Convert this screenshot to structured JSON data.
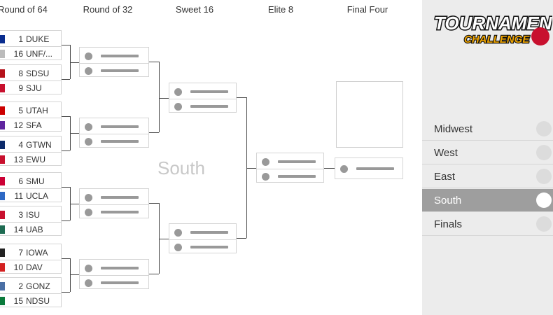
{
  "rounds": [
    "Round of 64",
    "Round of 32",
    "Sweet 16",
    "Elite 8",
    "Final Four"
  ],
  "region_label": "South",
  "round64": [
    {
      "top": {
        "seed": "1",
        "name": "DUKE",
        "logo": "duke-logo",
        "color": "#0a2d8f"
      },
      "bottom": {
        "seed": "16",
        "name": "UNF/...",
        "logo": "unf-logo",
        "color": "#bbbbbb"
      }
    },
    {
      "top": {
        "seed": "8",
        "name": "SDSU",
        "logo": "sdsu-logo",
        "color": "#b5121b"
      },
      "bottom": {
        "seed": "9",
        "name": "SJU",
        "logo": "sju-logo",
        "color": "#c8102e"
      }
    },
    {
      "top": {
        "seed": "5",
        "name": "UTAH",
        "logo": "utah-logo",
        "color": "#cc0000"
      },
      "bottom": {
        "seed": "12",
        "name": "SFA",
        "logo": "sfa-logo",
        "color": "#5f259f"
      }
    },
    {
      "top": {
        "seed": "4",
        "name": "GTWN",
        "logo": "gtwn-logo",
        "color": "#0c2a6b"
      },
      "bottom": {
        "seed": "13",
        "name": "EWU",
        "logo": "ewu-logo",
        "color": "#c8102e"
      }
    },
    {
      "top": {
        "seed": "6",
        "name": "SMU",
        "logo": "smu-logo",
        "color": "#cc0035"
      },
      "bottom": {
        "seed": "11",
        "name": "UCLA",
        "logo": "ucla-logo",
        "color": "#2d68c4"
      }
    },
    {
      "top": {
        "seed": "3",
        "name": "ISU",
        "logo": "isu-logo",
        "color": "#c8102e"
      },
      "bottom": {
        "seed": "14",
        "name": "UAB",
        "logo": "uab-logo",
        "color": "#1e6b52"
      }
    },
    {
      "top": {
        "seed": "7",
        "name": "IOWA",
        "logo": "iowa-logo",
        "color": "#222222"
      },
      "bottom": {
        "seed": "10",
        "name": "DAV",
        "logo": "dav-logo",
        "color": "#d42121"
      }
    },
    {
      "top": {
        "seed": "2",
        "name": "GONZ",
        "logo": "gonz-logo",
        "color": "#4a6fa5"
      },
      "bottom": {
        "seed": "15",
        "name": "NDSU",
        "logo": "ndsu-logo",
        "color": "#0a7a3b"
      }
    }
  ],
  "sidebar": {
    "brand_line1": "TOURNAMENT",
    "brand_line2": "CHALLENGE",
    "brand_color": "#c8102e",
    "brand_accent": "#f0a500",
    "items": [
      {
        "label": "Midwest",
        "active": false
      },
      {
        "label": "West",
        "active": false
      },
      {
        "label": "East",
        "active": false
      },
      {
        "label": "South",
        "active": true
      },
      {
        "label": "Finals",
        "active": false
      }
    ]
  }
}
